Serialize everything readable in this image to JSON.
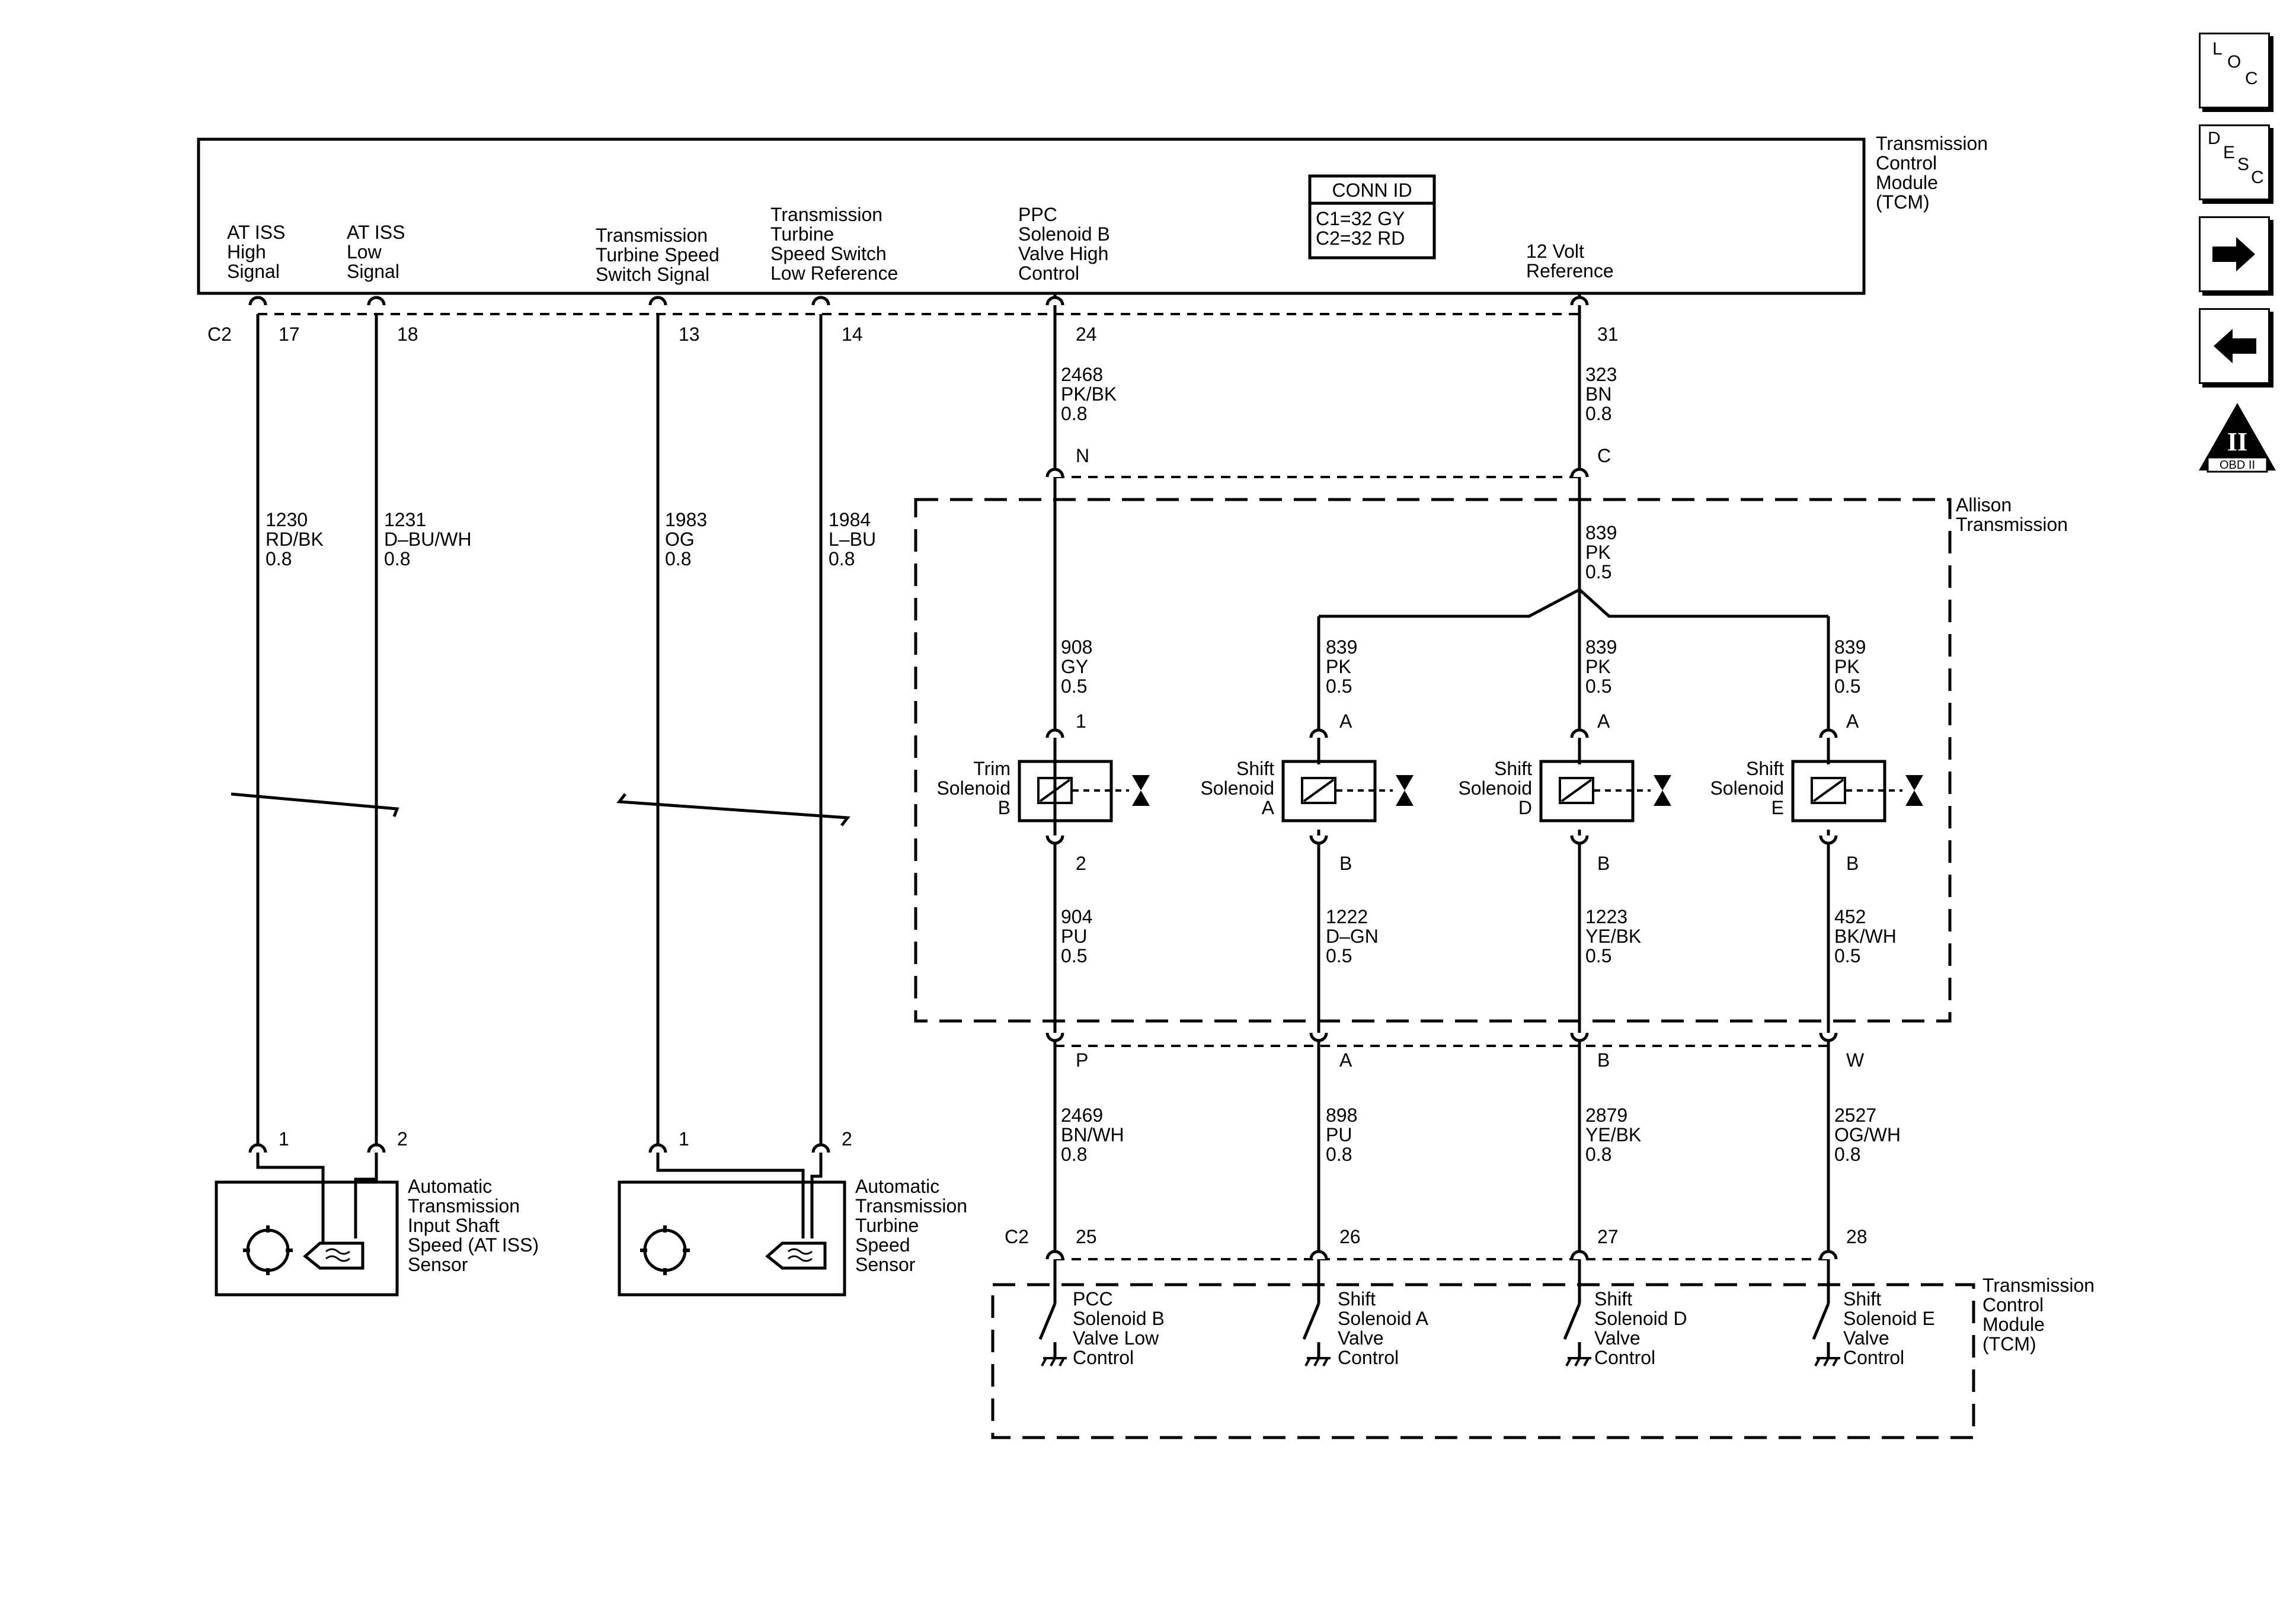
{
  "nav": {
    "loc": [
      "L",
      "O",
      "C"
    ],
    "desc": [
      "D",
      "E",
      "S",
      "C"
    ],
    "obd": [
      "II",
      "OBD II"
    ]
  },
  "tcm_top": {
    "title": [
      "Transmission",
      "Control",
      "Module",
      "(TCM)"
    ],
    "conn_id": {
      "title": "CONN ID",
      "rows": [
        "C1=32 GY",
        "C2=32 RD"
      ]
    },
    "connector": "C2",
    "signals": {
      "at_iss_high": [
        "AT ISS",
        "High",
        "Signal"
      ],
      "at_iss_low": [
        "AT ISS",
        "Low",
        "Signal"
      ],
      "tts_signal": [
        "Transmission",
        "Turbine Speed",
        "Switch Signal"
      ],
      "tts_low_ref": [
        "Transmission",
        "Turbine",
        "Speed Switch",
        "Low Reference"
      ],
      "ppc_high": [
        "PPC",
        "Solenoid B",
        "Valve High",
        "Control"
      ],
      "ref_12v": [
        "12 Volt",
        "Reference"
      ]
    },
    "pins": {
      "p17": "17",
      "p18": "18",
      "p13": "13",
      "p14": "14",
      "p24": "24",
      "p31": "31"
    }
  },
  "wires": {
    "w1230": [
      "1230",
      "RD/BK",
      "0.8"
    ],
    "w1231": [
      "1231",
      "D–BU/WH",
      "0.8"
    ],
    "w1983": [
      "1983",
      "OG",
      "0.8"
    ],
    "w1984": [
      "1984",
      "L–BU",
      "0.8"
    ],
    "w2468": [
      "2468",
      "PK/BK",
      "0.8"
    ],
    "w323": [
      "323",
      "BN",
      "0.8"
    ],
    "w839_main": [
      "839",
      "PK",
      "0.5"
    ],
    "w908": [
      "908",
      "GY",
      "0.5"
    ],
    "w839_a": [
      "839",
      "PK",
      "0.5"
    ],
    "w839_d": [
      "839",
      "PK",
      "0.5"
    ],
    "w839_e": [
      "839",
      "PK",
      "0.5"
    ],
    "w904": [
      "904",
      "PU",
      "0.5"
    ],
    "w1222": [
      "1222",
      "D–GN",
      "0.5"
    ],
    "w1223": [
      "1223",
      "YE/BK",
      "0.5"
    ],
    "w452": [
      "452",
      "BK/WH",
      "0.5"
    ],
    "w2469": [
      "2469",
      "BN/WH",
      "0.8"
    ],
    "w898": [
      "898",
      "PU",
      "0.8"
    ],
    "w2879": [
      "2879",
      "YE/BK",
      "0.8"
    ],
    "w2527": [
      "2527",
      "OG/WH",
      "0.8"
    ]
  },
  "connectors": {
    "n": "N",
    "c": "C",
    "p": "P",
    "a": "A",
    "b": "B",
    "w": "W"
  },
  "allison": {
    "title": [
      "Allison",
      "Transmission"
    ]
  },
  "solenoids": {
    "trim_b": {
      "name": [
        "Trim",
        "Solenoid",
        "B"
      ],
      "pin_top": "1",
      "pin_bottom": "2"
    },
    "shift_a": {
      "name": [
        "Shift",
        "Solenoid",
        "A"
      ],
      "pin_top": "A",
      "pin_bottom": "B"
    },
    "shift_d": {
      "name": [
        "Shift",
        "Solenoid",
        "D"
      ],
      "pin_top": "A",
      "pin_bottom": "B"
    },
    "shift_e": {
      "name": [
        "Shift",
        "Solenoid",
        "E"
      ],
      "pin_top": "A",
      "pin_bottom": "B"
    }
  },
  "sensors": {
    "at_iss": {
      "name": [
        "Automatic",
        "Transmission",
        "Input Shaft",
        "Speed (AT ISS)",
        "Sensor"
      ],
      "pin1": "1",
      "pin2": "2"
    },
    "tts": {
      "name": [
        "Automatic",
        "Transmission",
        "Turbine",
        "Speed",
        "Sensor"
      ],
      "pin1": "1",
      "pin2": "2"
    }
  },
  "tcm_bottom": {
    "title": [
      "Transmission",
      "Control",
      "Module",
      "(TCM)"
    ],
    "connector": "C2",
    "pins": {
      "p25": "25",
      "p26": "26",
      "p27": "27",
      "p28": "28"
    },
    "controls": {
      "pcc_low": [
        "PCC",
        "Solenoid B",
        "Valve Low",
        "Control"
      ],
      "shift_a": [
        "Shift",
        "Solenoid A",
        "Valve",
        "Control"
      ],
      "shift_d": [
        "Shift",
        "Solenoid D",
        "Valve",
        "Control"
      ],
      "shift_e": [
        "Shift",
        "Solenoid E",
        "Valve",
        "Control"
      ]
    }
  }
}
